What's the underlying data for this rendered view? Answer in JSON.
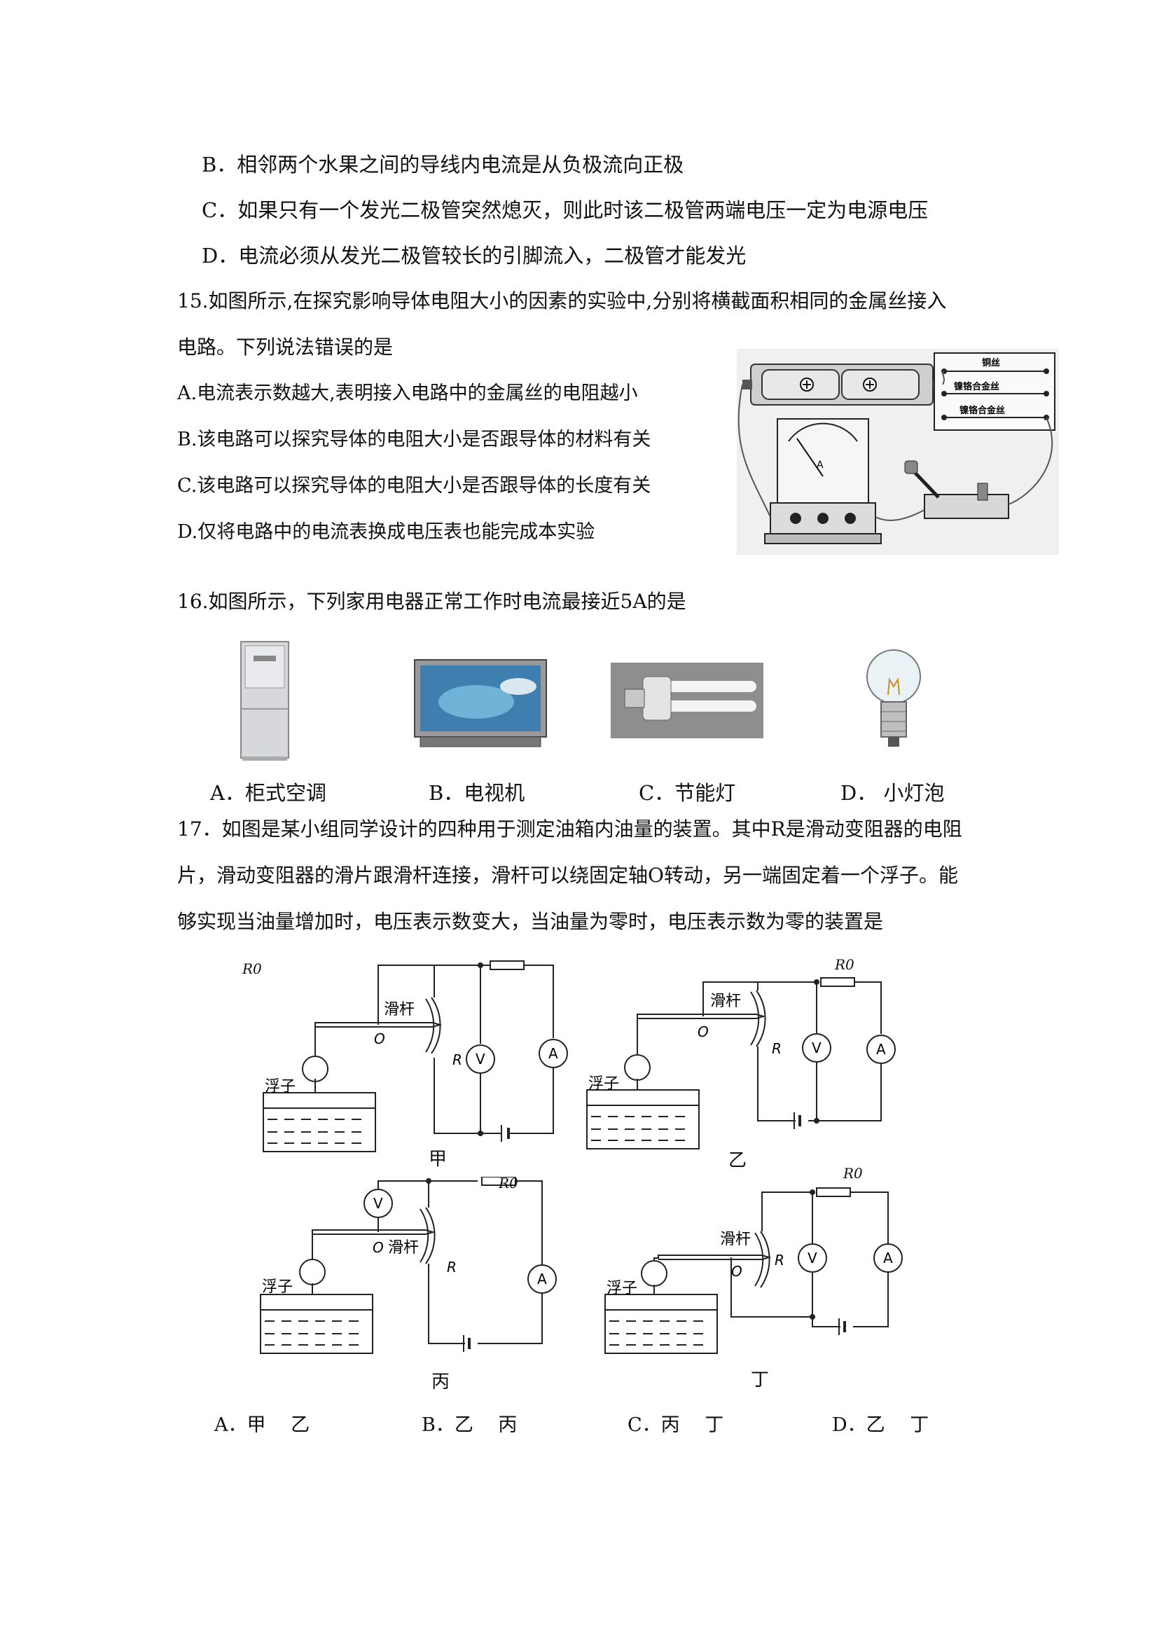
{
  "q14": {
    "opt_b": "B．相邻两个水果之间的导线内电流是从负极流向正极",
    "opt_c": "C．如果只有一个发光二极管突然熄灭，则此时该二极管两端电压一定为电源电压",
    "opt_d": "D．电流必须从发光二极管较长的引脚流入，二极管才能发光"
  },
  "q15": {
    "stem_line1": "15.如图所示,在探究影响导体电阻大小的因素的实验中,分别将横截面积相同的金属丝接入",
    "stem_line2": "电路。下列说法错误的是",
    "opt_a": "A.电流表示数越大,表明接入电路中的金属丝的电阻越小",
    "opt_b": "B.该电路可以探究导体的电阻大小是否跟导体的材料有关",
    "opt_c": "C.该电路可以探究导体的电阻大小是否跟导体的长度有关",
    "opt_d": "D.仅将电路中的电流表换成电压表也能完成本实验",
    "board_labels": [
      "铜丝",
      "镍铬合金丝",
      "镍铬合金丝"
    ],
    "meter_letter": "A"
  },
  "q16": {
    "stem": "16.如图所示，下列家用电器正常工作时电流最接近5A的是",
    "options": [
      "A．柜式空调",
      "B．电视机",
      "C．节能灯",
      "D．  小灯泡"
    ]
  },
  "q17": {
    "stem_line1": "17．如图是某小组同学设计的四种用于测定油箱内油量的装置。其中R是滑动变阻器的电阻",
    "stem_line2": "片，滑动变阻器的滑片跟滑杆连接，滑杆可以绕固定轴O转动，另一端固定着一个浮子。能",
    "stem_line3": "够实现当油量增加时，电压表示数变大，当油量为零时，电压表示数为零的装置是",
    "circuits": [
      {
        "name": "甲",
        "float": "浮子",
        "rod": "滑杆",
        "pivot": "O",
        "r": "R",
        "r0": "R0",
        "v": "V",
        "a": "A"
      },
      {
        "name": "乙",
        "float": "浮子",
        "rod": "滑杆",
        "pivot": "O",
        "r": "R",
        "r0": "R0",
        "v": "V",
        "a": "A"
      },
      {
        "name": "丙",
        "float": "浮子",
        "rod": "滑杆",
        "pivot": "O",
        "r": "R",
        "r0": "R0",
        "v": "V",
        "a": "A"
      },
      {
        "name": "丁",
        "float": "浮子",
        "rod": "滑杆",
        "pivot": "O",
        "r": "R",
        "r0": "R0",
        "v": "V",
        "a": "A"
      }
    ],
    "options": [
      "A．甲　 乙",
      "B．乙　 丙",
      "C．丙　 丁",
      "D．乙　 丁"
    ]
  }
}
